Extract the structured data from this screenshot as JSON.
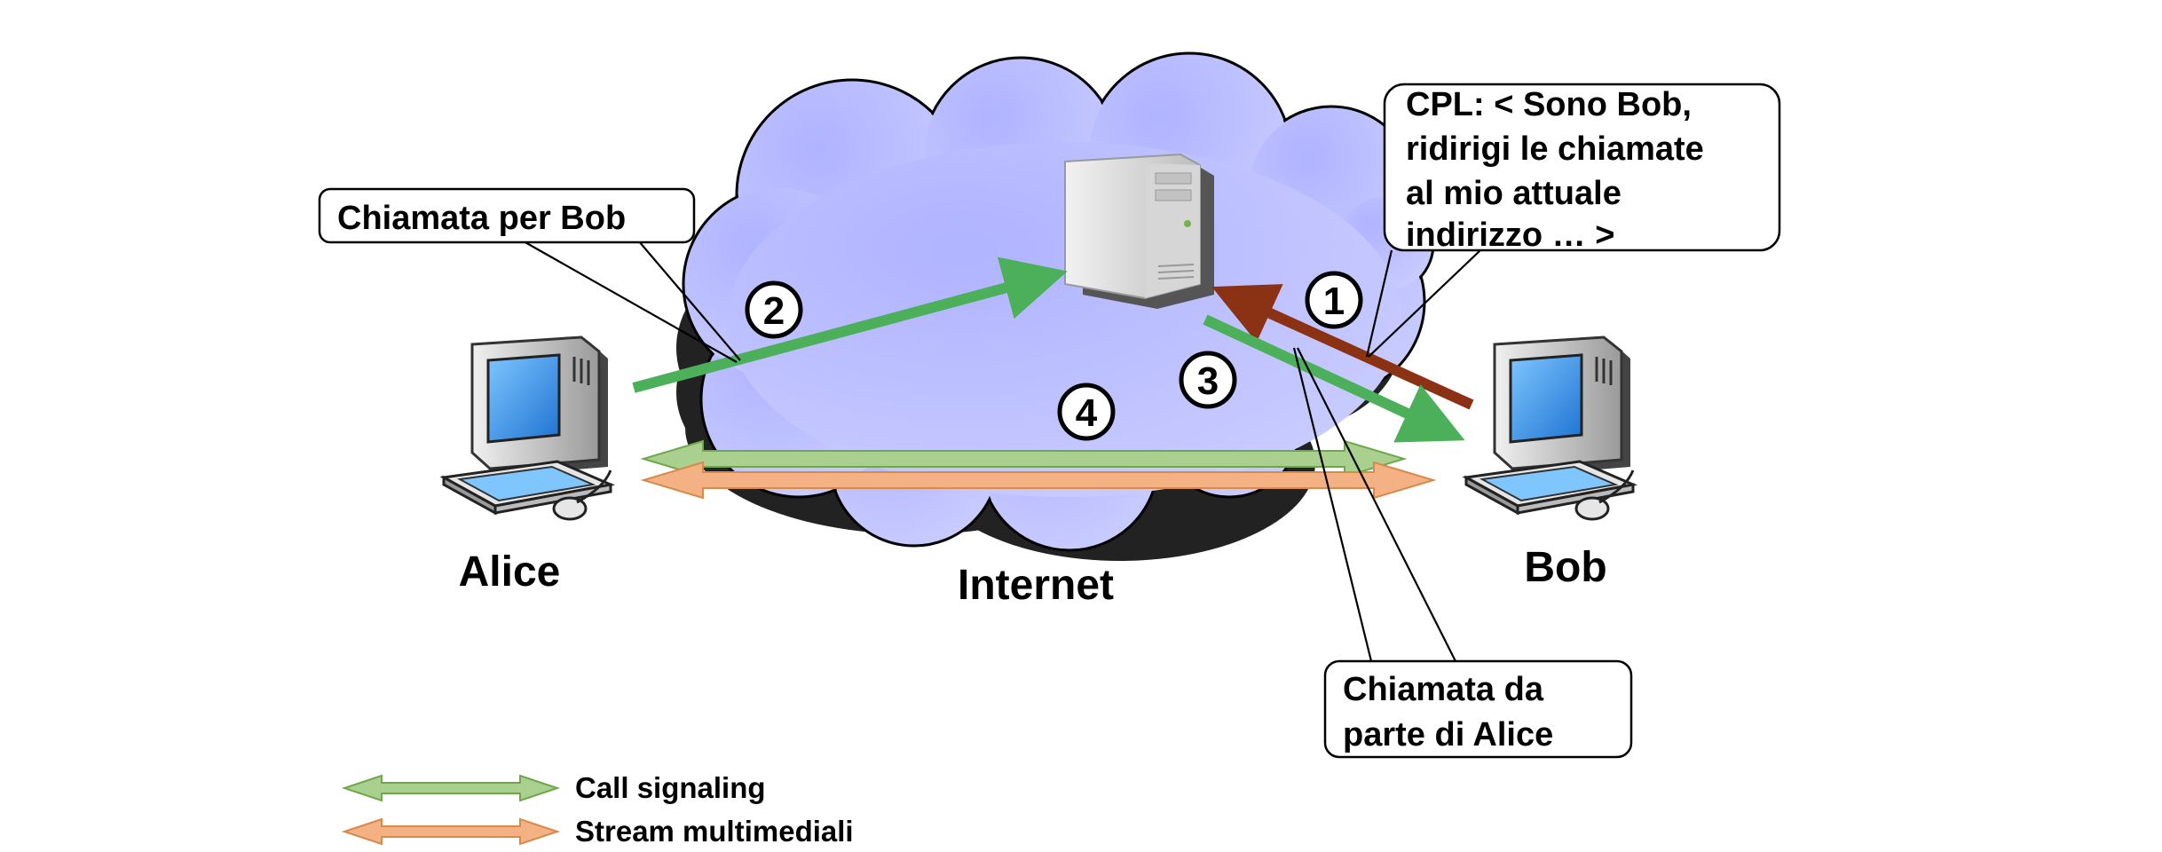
{
  "nodes": {
    "alice": "Alice",
    "bob": "Bob",
    "internet": "Internet"
  },
  "callouts": {
    "alice_call": "Chiamata per Bob",
    "cpl": [
      "CPL: < Sono Bob,",
      "ridirigi le chiamate",
      "al mio attuale",
      "indirizzo … >"
    ],
    "bob_incoming": [
      "Chiamata da",
      "parte di Alice"
    ]
  },
  "steps": {
    "step1": "1",
    "step2": "2",
    "step3": "3",
    "step4": "4"
  },
  "legend": {
    "signaling": "Call signaling",
    "media": "Stream multimediali"
  },
  "colors": {
    "cloud": "#bfc1ff",
    "signaling_arrow": "#4caf5a",
    "register_arrow": "#8b3214",
    "signaling_band": "#a9d08e",
    "media_band": "#f4b183"
  }
}
